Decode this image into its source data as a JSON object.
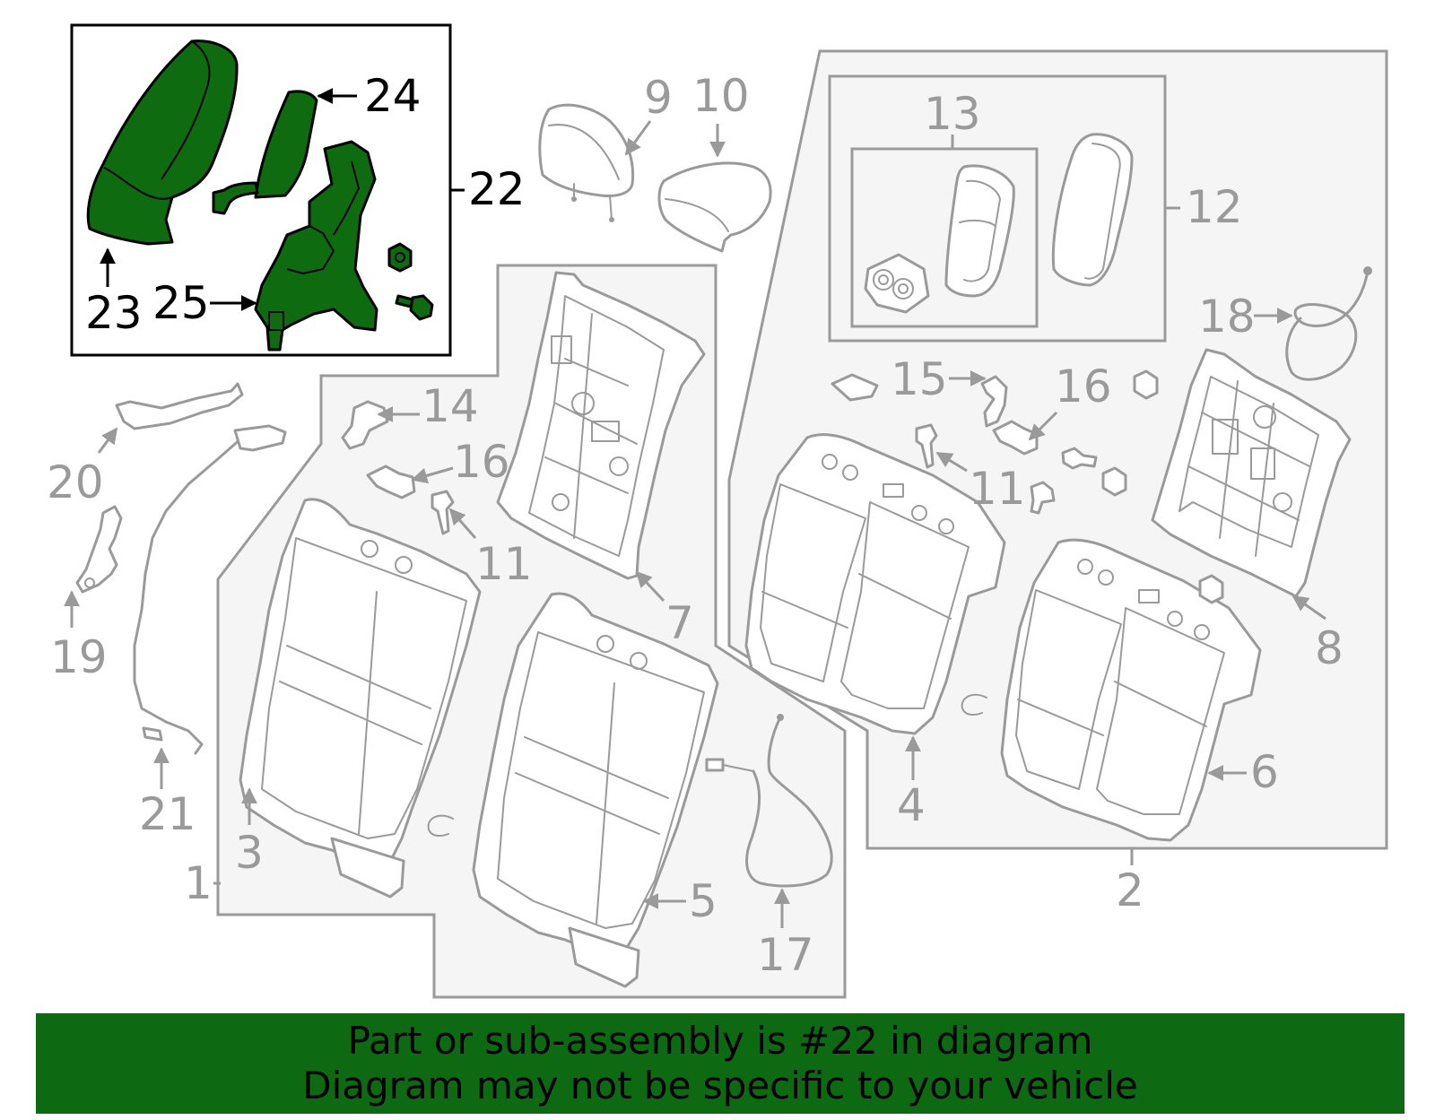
{
  "callouts": {
    "c1": "1",
    "c2": "2",
    "c3": "3",
    "c4": "4",
    "c5": "5",
    "c6": "6",
    "c7": "7",
    "c8": "8",
    "c9": "9",
    "c10": "10",
    "c11a": "11",
    "c11b": "11",
    "c12": "12",
    "c13": "13",
    "c14": "14",
    "c15": "15",
    "c16a": "16",
    "c16b": "16",
    "c17": "17",
    "c18": "18",
    "c19": "19",
    "c20": "20",
    "c21": "21",
    "c22": "22",
    "c23": "23",
    "c24": "24",
    "c25": "25"
  },
  "banner": {
    "line1": "Part or sub-assembly is #22 in diagram",
    "line2": "Diagram may not be specific to your vehicle"
  },
  "colors": {
    "highlight_part": "#0f6b0f",
    "banner_background": "#0d6a13",
    "part_outline": "#9a9a9a",
    "group_panel": "#f5f5f5"
  }
}
